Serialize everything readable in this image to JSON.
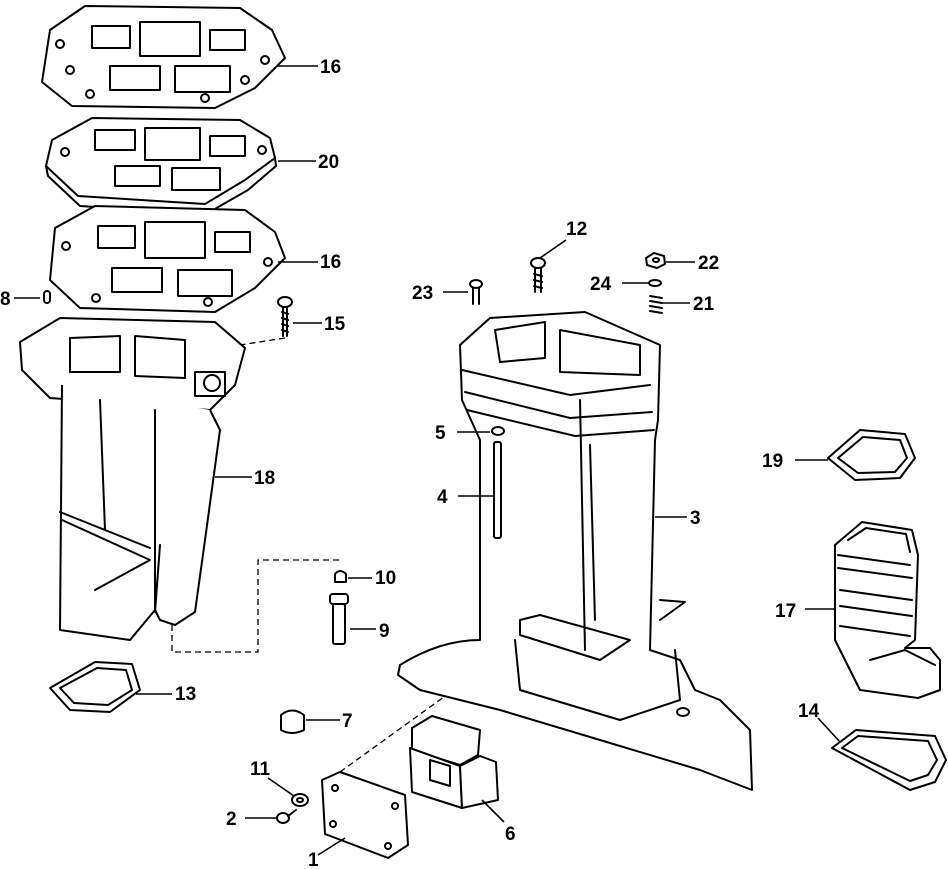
{
  "diagram": {
    "labels": {
      "l1": "1",
      "l2": "2",
      "l3": "3",
      "l4": "4",
      "l5": "5",
      "l6": "6",
      "l7": "7",
      "l8": "8",
      "l9": "9",
      "l10": "10",
      "l11": "11",
      "l12": "12",
      "l13": "13",
      "l14": "14",
      "l15": "15",
      "l16a": "16",
      "l16b": "16",
      "l17": "17",
      "l18": "18",
      "l19": "19",
      "l20": "20",
      "l21": "21",
      "l22": "22",
      "l23": "23",
      "l24": "24"
    }
  }
}
